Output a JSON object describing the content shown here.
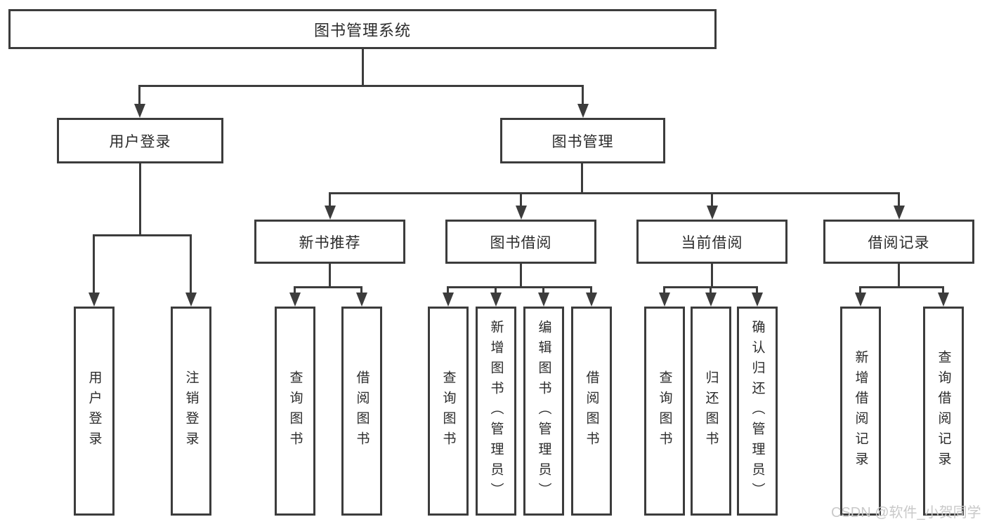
{
  "tree": {
    "root": "图书管理系统",
    "user_login": {
      "label": "用户登录",
      "children": [
        "用户登录",
        "注销登录"
      ]
    },
    "book_mgmt": {
      "label": "图书管理",
      "sections": [
        {
          "label": "新书推荐",
          "children": [
            "查询图书",
            "借阅图书"
          ]
        },
        {
          "label": "图书借阅",
          "children": [
            "查询图书",
            "新增图书（管理员）",
            "编辑图书（管理员）",
            "借阅图书"
          ]
        },
        {
          "label": "当前借阅",
          "children": [
            "查询图书",
            "归还图书",
            "确认归还（管理员）"
          ]
        },
        {
          "label": "借阅记录",
          "children": [
            "新增借阅记录",
            "查询借阅记录"
          ]
        }
      ]
    }
  },
  "watermark": {
    "text": "CSDN @软件_小贺同学"
  },
  "colors": {
    "line": "#3c3c3c",
    "text": "#2b2b2b",
    "watermark": "#c9c9c9",
    "background": "#ffffff"
  }
}
